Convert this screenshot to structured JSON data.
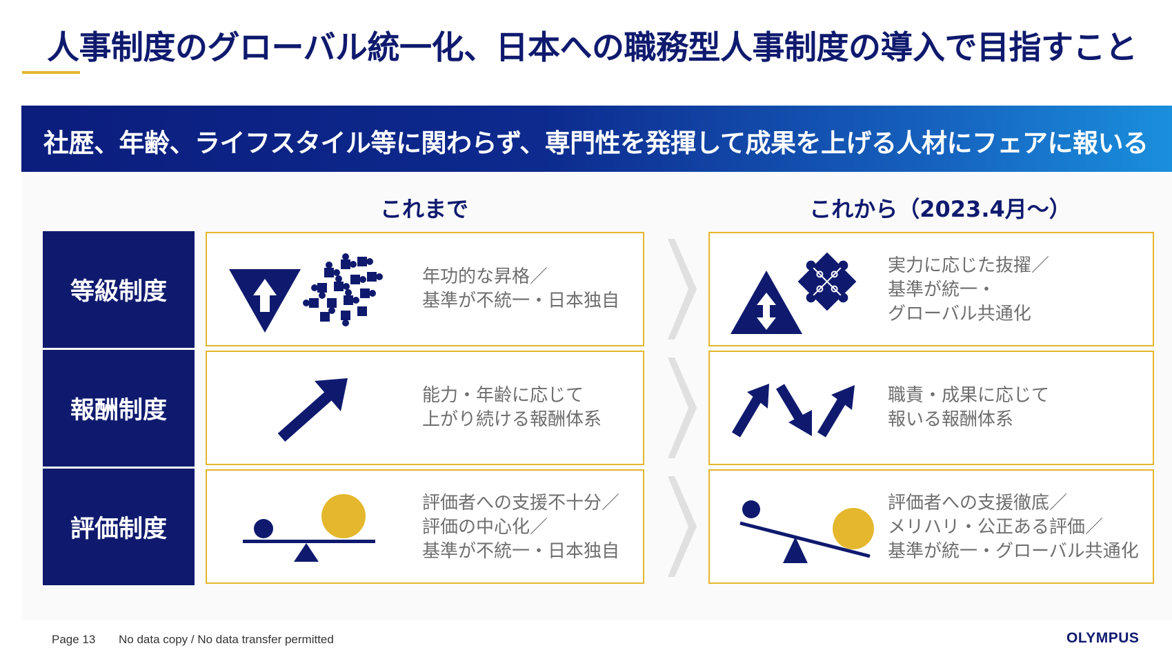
{
  "title": "人事制度のグローバル統一化、日本への職務型人事制度の導入で目指すこと",
  "banner": "社歴、年齢、ライフスタイル等に関わらず、専門性を発揮して成果を上げる人材にフェアに報いる",
  "columns": {
    "before": "これまで",
    "after": "これから（2023.4月～）"
  },
  "rows": [
    {
      "label": "等級制度",
      "before_lines": [
        "年功的な昇格／",
        "基準が不統一・日本独自"
      ],
      "after_lines": [
        "実力に応じた抜擢／",
        "基準が統一・",
        "グローバル共通化"
      ]
    },
    {
      "label": "報酬制度",
      "before_lines": [
        "能力・年齢に応じて",
        "上がり続ける報酬体系"
      ],
      "after_lines": [
        "職責・成果に応じて",
        "報いる報酬体系"
      ]
    },
    {
      "label": "評価制度",
      "before_lines": [
        "評価者への支援不十分／",
        "評価の中心化／",
        "基準が不統一・日本独自"
      ],
      "after_lines": [
        "評価者への支援徹底／",
        "メリハリ・公正ある評価／",
        "基準が統一・グローバル共通化"
      ]
    }
  ],
  "footer": {
    "page": "Page 13",
    "notice": "No data copy / No data transfer permitted",
    "logo": "OLYMPUS"
  },
  "colors": {
    "navy": "#0f1a6e",
    "gold": "#e4b72c",
    "text_gray": "#6e6e6e"
  },
  "icons": {
    "grade_before": "triangle-down-arrow-up-icon",
    "grade_before_puzzle": "scattered-puzzle-icon",
    "grade_after": "triangle-up-double-arrow-icon",
    "grade_after_puzzle": "assembled-puzzle-icon",
    "pay_before": "arrow-up-right-icon",
    "pay_after": "zigzag-arrows-icon",
    "eval_before": "balanced-scale-icon",
    "eval_after": "tilted-scale-icon"
  }
}
